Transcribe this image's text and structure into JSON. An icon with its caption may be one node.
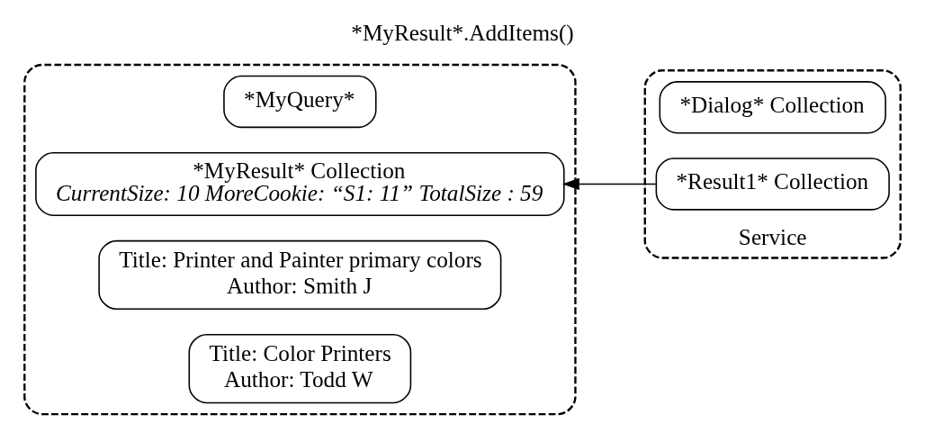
{
  "diagram": {
    "title": "*MyResult*.AddItems()",
    "nodes": [
      {
        "text": [],
        "shape": "box"
      },
      {
        "text": [
          "*MyQuery*"
        ],
        "in": 0
      },
      {
        "text": [
          "*MyResult* Collection",
          "CurrentSize: 10 MoreCookie: “S1: 11” TotalSize : 59"
        ],
        "in": 0
      },
      {
        "text": [
          "Title: Printer and Painter primary colors",
          "Author: Smith J"
        ],
        "in": 0
      },
      {
        "text": [
          "Title: Color Printers",
          "Author: Todd W"
        ],
        "in": 0
      },
      {
        "text": [
          "Service"
        ]
      },
      {
        "text": [
          "*Dialog* Collection"
        ],
        "in": 5
      },
      {
        "text": [
          "*Result1* Collection"
        ],
        "in": 5
      }
    ],
    "edges": [
      {
        "from": 7,
        "to": 2,
        "arrow": "to"
      }
    ]
  }
}
